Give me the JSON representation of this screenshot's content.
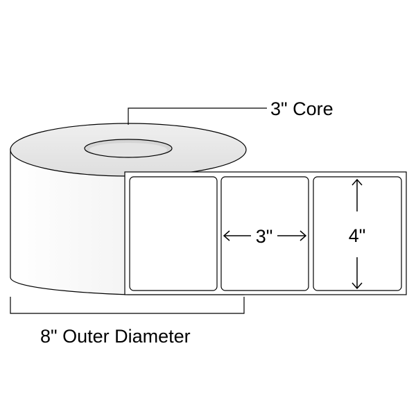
{
  "labels": {
    "core": "3\" Core",
    "outer_diameter": "8\" Outer Diameter",
    "label_width": "3\"",
    "label_height": "4\""
  },
  "colors": {
    "stroke": "#000000",
    "roll_face": "#e6e6e6",
    "roll_side": "#f5f5f5",
    "core_hole": "#d6d6d6",
    "label_fill": "#ffffff",
    "label_edge": "#bdbdbd"
  }
}
